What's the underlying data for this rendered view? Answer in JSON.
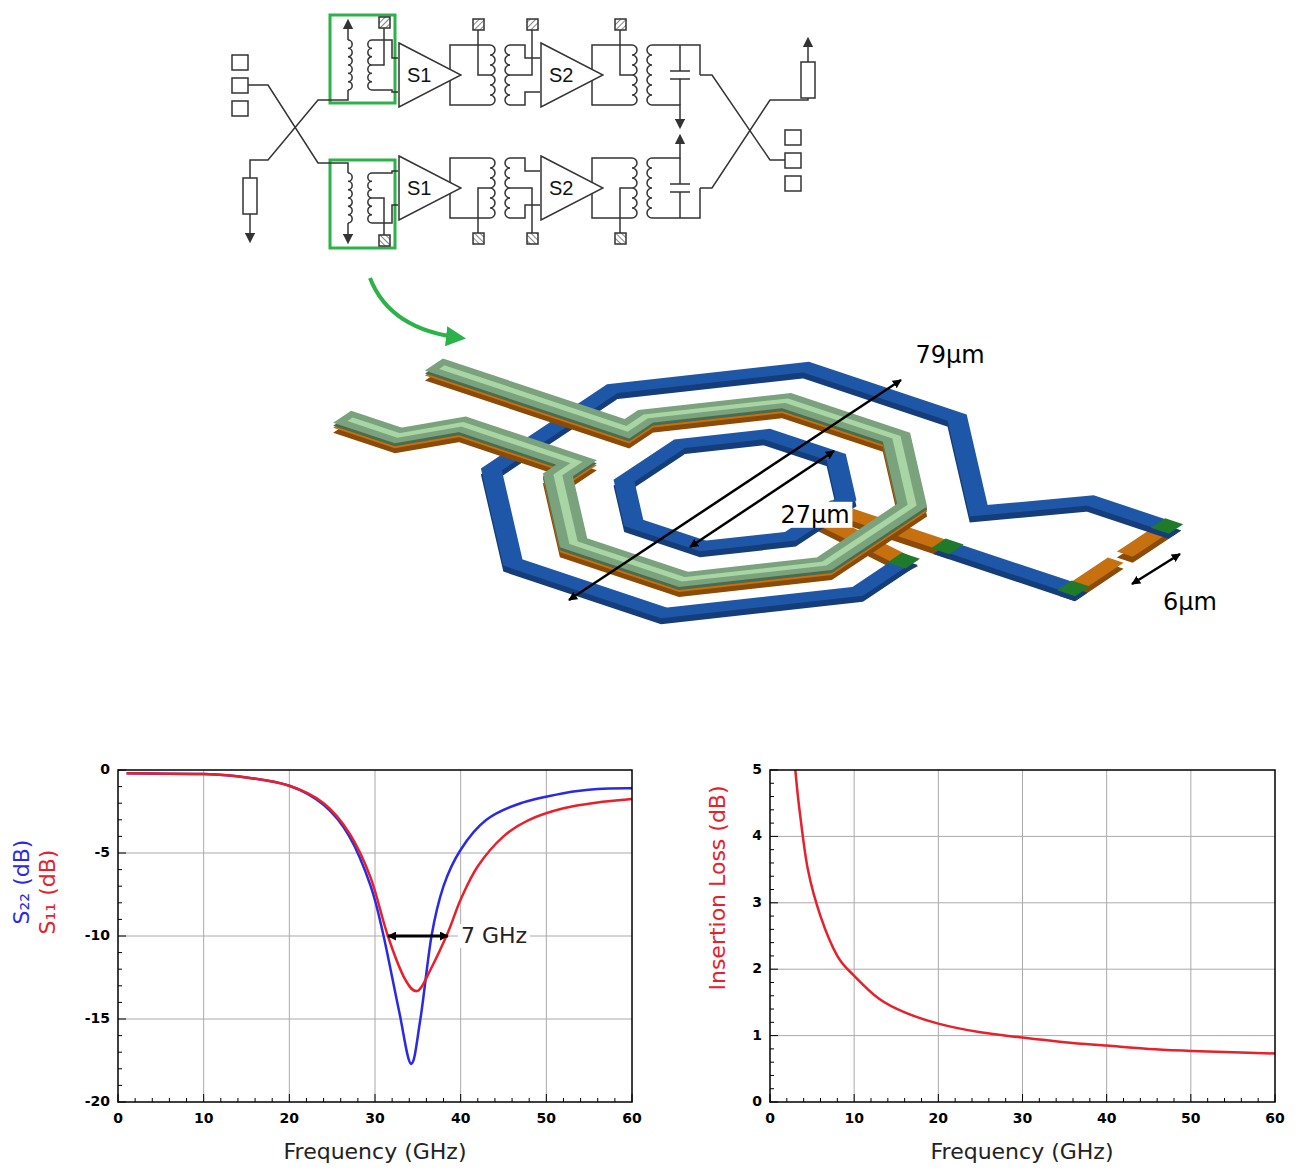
{
  "diagram": {
    "nodes": [
      {
        "text": [
          "S1"
        ]
      },
      {
        "text": [
          "S2"
        ]
      },
      {
        "text": [
          "S1"
        ]
      },
      {
        "text": [
          "S2"
        ]
      }
    ],
    "labels": [
      "79µm",
      "27µm",
      "6µm",
      "0",
      "-5",
      "-10",
      "-15",
      "-20",
      "0",
      "10",
      "20",
      "30",
      "40",
      "50",
      "60",
      "Frequency (GHz)",
      "S₂₂ (dB)",
      "S₁₁ (dB)",
      "7 GHz",
      "0",
      "1",
      "2",
      "3",
      "4",
      "5",
      "0",
      "10",
      "20",
      "30",
      "40",
      "50",
      "60",
      "Frequency (GHz)",
      "Insertion Loss (dB)"
    ]
  }
}
